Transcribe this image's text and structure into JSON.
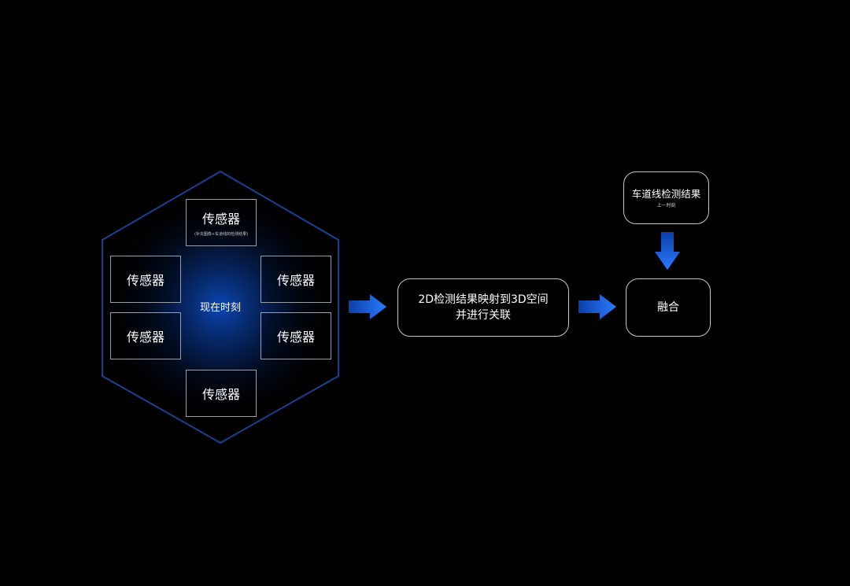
{
  "hexagon": {
    "center_label": "现在时刻",
    "sensors": [
      {
        "label": "传感器",
        "note": "(补充图像+车道线的检测结果)"
      },
      {
        "label": "传感器"
      },
      {
        "label": "传感器"
      },
      {
        "label": "传感器"
      },
      {
        "label": "传感器"
      },
      {
        "label": "传感器"
      }
    ]
  },
  "mapping": {
    "line1": "2D检测结果映射到3D空间",
    "line2": "并进行关联"
  },
  "lane": {
    "label": "车道线检测结果",
    "note": "上一时刻"
  },
  "fusion": {
    "label": "融合"
  },
  "colors": {
    "hex_stroke": "#1c3f8f",
    "arrow": "#1e66e0",
    "glow": "#0a3a9a"
  }
}
